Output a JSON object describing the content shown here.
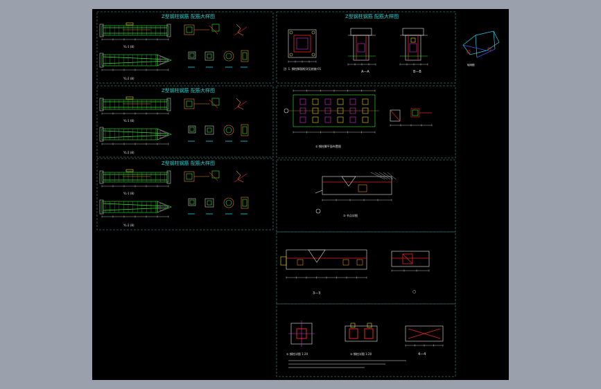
{
  "viewer": {
    "background_color": "#9aa1ac",
    "sheet_color": "#000000"
  },
  "colors": {
    "frame_dash": "#3b6f6a",
    "rebar": "#39e639",
    "title": "#21d4d4",
    "dim": "#e6e6e6",
    "concrete": "#c8c8c8",
    "accent_magenta": "#d238d2",
    "accent_red": "#e8261e",
    "accent_orange": "#e08a2a",
    "accent_yellow": "#e6d52a",
    "accent_cyan": "#2ad2e6",
    "accent_blue": "#3a54e6"
  },
  "panels": {
    "beam_1": {
      "title": "Z型钢柱钢筋 配筋大样图",
      "elevation_1": "YL-1 (8)",
      "elevation_2": "YL-2 (8)"
    },
    "beam_2": {
      "title": "Z型钢柱钢筋 配筋大样图",
      "elevation_1": "YL-1 (8)",
      "elevation_2": "YL-2 (8)"
    },
    "beam_3": {
      "title": "Z型钢柱钢筋 配筋大样图",
      "elevation_1": "YL-1 (8)",
      "elevation_2": "YL-2 (8)"
    },
    "column_base": {
      "title": "Z型钢柱钢筋 配筋大样图",
      "note": "注: 1. 钢柱脚锚栓详见结施-01",
      "section_a": "A—A",
      "section_b": "B—B"
    },
    "plan": {
      "note": "① 钢柱脚平面布置图"
    },
    "detail_3": {
      "note": "③ 节点详图"
    },
    "section_3": {
      "section": "3—3",
      "circle": "○"
    },
    "section_4": {
      "note_left": "① 钢柱详图 1:20",
      "note_mid": "② 钢柱详图 1:20",
      "section": "4—4"
    }
  },
  "thumbnail": {
    "label": "轴测图"
  }
}
